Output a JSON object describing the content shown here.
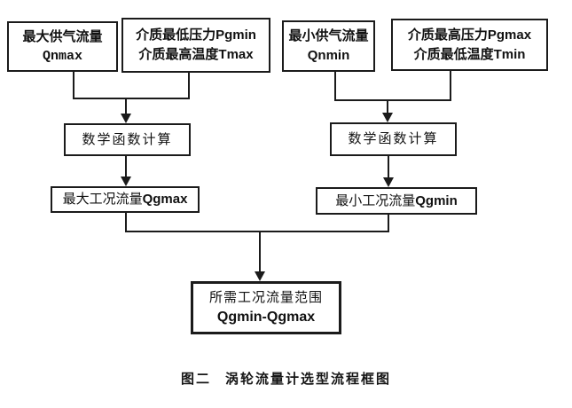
{
  "nodes": {
    "qnmax": {
      "title": "最大供气流量",
      "value": "Qnmax"
    },
    "pgmin_tmax": {
      "line1": "介质最低压力Pgmin",
      "line2": "介质最高温度Tmax"
    },
    "qnmin": {
      "title": "最小供气流量",
      "value": "Qnmin"
    },
    "pgmax_tmin": {
      "line1": "介质最高压力Pgmax",
      "line2": "介质最低温度Tmin"
    },
    "math_left": {
      "label": "数学函数计算"
    },
    "math_right": {
      "label": "数学函数计算"
    },
    "qgmax": {
      "label_zh": "最大工况流量",
      "label_en": "Qgmax"
    },
    "qgmin": {
      "label_zh": "最小工况流量",
      "label_en": "Qgmin"
    },
    "result": {
      "line1": "所需工况流量范围",
      "line2": "Qgmin-Qgmax"
    }
  },
  "caption": {
    "prefix": "图二",
    "text": "涡轮流量计选型流程框图"
  },
  "colors": {
    "line": "#1b1b1b",
    "background": "#ffffff",
    "text": "#111111"
  }
}
